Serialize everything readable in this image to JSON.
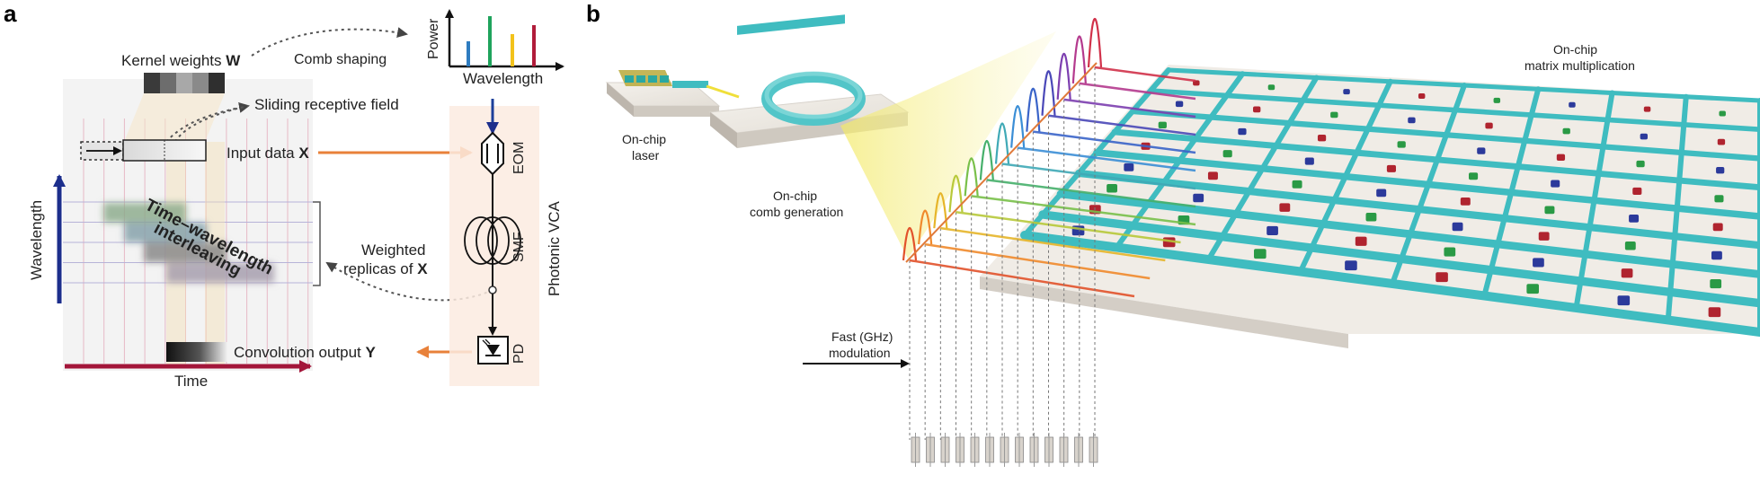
{
  "panel_a": {
    "letter": "a",
    "kernel_weights": "Kernel weights",
    "kernel_symbol": "W",
    "comb_shaping": "Comb shaping",
    "power_axis": "Power",
    "wavelength_axis_small": "Wavelength",
    "sliding_field": "Sliding receptive field",
    "input_data": "Input data",
    "input_symbol": "X",
    "interleave_line1": "Time–wavelength",
    "interleave_line2": "interleaving",
    "wavelength_axis": "Wavelength",
    "time_axis": "Time",
    "weighted_line1": "Weighted",
    "weighted_line2": "replicas of",
    "weighted_symbol": "X",
    "conv_output": "Convolution output",
    "conv_symbol": "Y",
    "eom": "EOM",
    "smf": "SMF",
    "pd": "PD",
    "photonic_vca": "Photonic VCA",
    "kernel_shades": [
      "#3a3a3a",
      "#6d6d6d",
      "#a8a8a8",
      "#8a8a8a",
      "#2f2f2f"
    ],
    "comb_colors": [
      "#2e7cc0",
      "#1fa35c",
      "#f2c21b",
      "#b01c3a"
    ]
  },
  "panel_b": {
    "letter": "b",
    "onchip_laser_1": "On-chip",
    "onchip_laser_2": "laser",
    "comb_gen_1": "On-chip",
    "comb_gen_2": "comb generation",
    "matrix_1": "On-chip",
    "matrix_2": "matrix multiplication",
    "fast_mod_1": "Fast (GHz)",
    "fast_mod_2": "modulation",
    "grid_color": "#3fbcc0",
    "ring_color": "#52c5c8"
  }
}
